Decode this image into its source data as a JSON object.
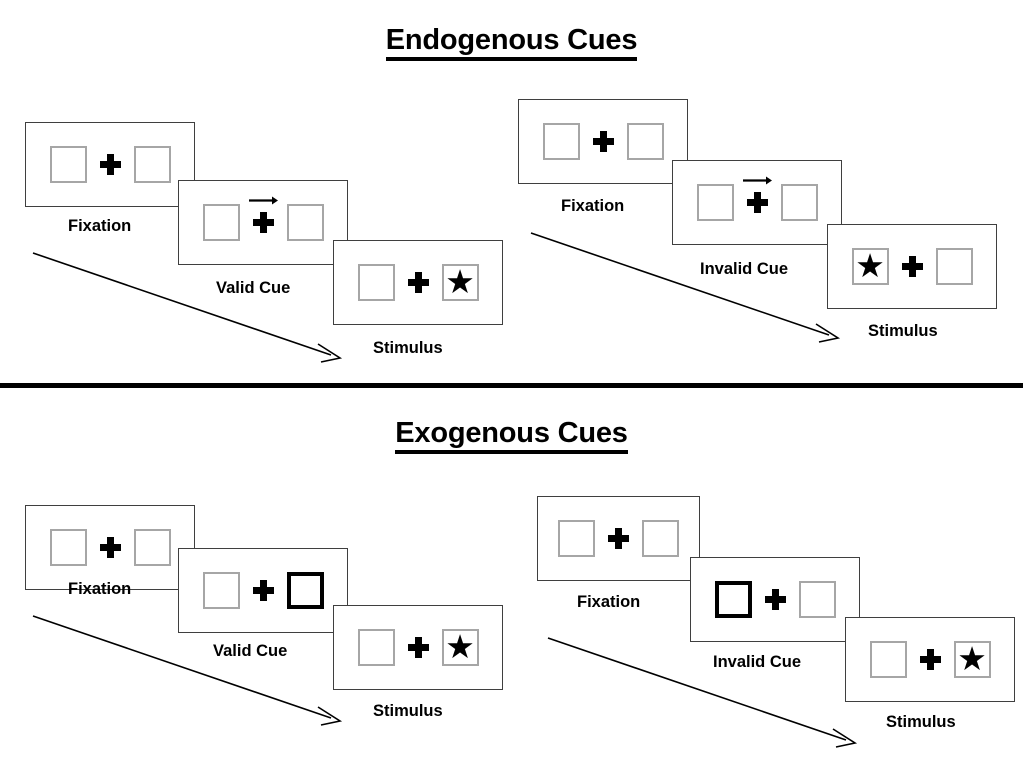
{
  "sections": [
    {
      "id": "endogenous",
      "title": "Endogenous Cues",
      "conditions": [
        {
          "id": "endogenous-valid",
          "steps": [
            {
              "id": "fixation",
              "caption": "Fixation",
              "cue": "none",
              "left_box": "empty",
              "right_box": "empty",
              "arrow": "none"
            },
            {
              "id": "valid-cue",
              "caption": "Valid Cue",
              "cue": "arrow",
              "left_box": "empty",
              "right_box": "empty",
              "arrow": "right"
            },
            {
              "id": "stimulus",
              "caption": "Stimulus",
              "cue": "none",
              "left_box": "empty",
              "right_box": "star",
              "arrow": "none"
            }
          ]
        },
        {
          "id": "endogenous-invalid",
          "steps": [
            {
              "id": "fixation",
              "caption": "Fixation",
              "cue": "none",
              "left_box": "empty",
              "right_box": "empty",
              "arrow": "none"
            },
            {
              "id": "invalid-cue",
              "caption": "Invalid Cue",
              "cue": "arrow",
              "left_box": "empty",
              "right_box": "empty",
              "arrow": "right"
            },
            {
              "id": "stimulus",
              "caption": "Stimulus",
              "cue": "none",
              "left_box": "star",
              "right_box": "empty",
              "arrow": "none"
            }
          ]
        }
      ]
    },
    {
      "id": "exogenous",
      "title": "Exogenous Cues",
      "conditions": [
        {
          "id": "exogenous-valid",
          "steps": [
            {
              "id": "fixation",
              "caption": "Fixation",
              "cue": "none",
              "left_box": "empty",
              "right_box": "empty",
              "arrow": "none"
            },
            {
              "id": "valid-cue",
              "caption": "Valid Cue",
              "cue": "box-flash",
              "left_box": "empty",
              "right_box": "cued",
              "arrow": "none"
            },
            {
              "id": "stimulus",
              "caption": "Stimulus",
              "cue": "none",
              "left_box": "empty",
              "right_box": "star",
              "arrow": "none"
            }
          ]
        },
        {
          "id": "exogenous-invalid",
          "steps": [
            {
              "id": "fixation",
              "caption": "Fixation",
              "cue": "none",
              "left_box": "empty",
              "right_box": "empty",
              "arrow": "none"
            },
            {
              "id": "invalid-cue",
              "caption": "Invalid Cue",
              "cue": "box-flash",
              "left_box": "cued",
              "right_box": "empty",
              "arrow": "none"
            },
            {
              "id": "stimulus",
              "caption": "Stimulus",
              "cue": "none",
              "left_box": "empty",
              "right_box": "star",
              "arrow": "none"
            }
          ]
        }
      ]
    }
  ],
  "glyphs": {
    "star": "★",
    "fixation_cross": "plus-cross",
    "cue_arrow": "arrow-right"
  },
  "colors": {
    "ink": "#000000",
    "panel_border": "#3f3f3f",
    "box_border": "#a6a6a6",
    "cued_box_border": "#000000",
    "background": "#ffffff"
  }
}
